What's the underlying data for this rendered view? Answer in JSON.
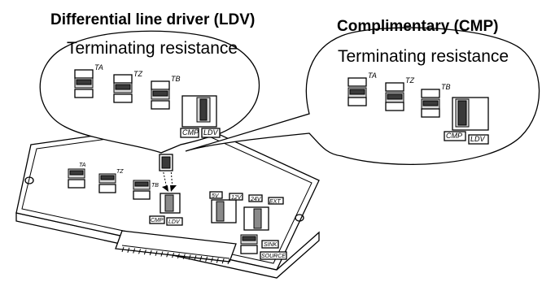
{
  "left_callout": {
    "title": "Differential line driver (LDV)",
    "subtitle": "Terminating resistance",
    "jumpers": {
      "ta": "TA",
      "tz": "TZ",
      "tb": "TB"
    },
    "switch": {
      "cmp": "CMP",
      "ldv": "LDV"
    }
  },
  "right_callout": {
    "title": "Complimentary (CMP)",
    "subtitle": "Terminating resistance",
    "jumpers": {
      "ta": "TA",
      "tz": "TZ",
      "tb": "TB"
    },
    "switch": {
      "cmp": "CMP",
      "ldv": "LDV"
    }
  },
  "board": {
    "jumpers": {
      "ta": "TA",
      "tz": "TZ",
      "tb": "TB"
    },
    "switch": {
      "cmp": "CMP",
      "ldv": "LDV"
    },
    "power": {
      "v5": "5V",
      "v12": "12V",
      "v24": "24V",
      "ext": "EXT"
    },
    "io": {
      "sink": "SINK",
      "source": "SOURCE"
    }
  }
}
